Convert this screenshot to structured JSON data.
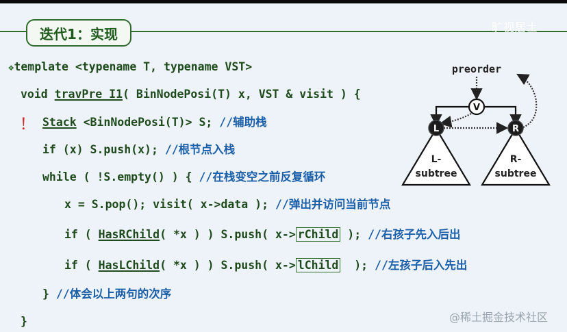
{
  "header": {
    "title": "迭代1：实现",
    "watermark": "旷视居士"
  },
  "code": {
    "line1": {
      "bullet": "❖",
      "text": "template <typename T, typename VST>"
    },
    "line2": {
      "pre": "void ",
      "fn": "travPre_I1",
      "post": "( BinNodePosi(T) x, VST & visit ) {"
    },
    "line3": {
      "marker": "!",
      "type": "Stack",
      "post": " <BinNodePosi(T)> S; ",
      "comment": "//辅助栈"
    },
    "line4": {
      "text": "if (x) S.push(x); ",
      "comment": "//根节点入栈"
    },
    "line5": {
      "text": "while ( !S.empty() ) { ",
      "comment": "//在栈变空之前反复循环"
    },
    "line6": {
      "text": "x = S.pop(); visit( x->data ); ",
      "comment": "//弹出并访问当前节点"
    },
    "line7": {
      "pre": "if ( ",
      "fn": "HasRChild",
      "mid": "( *x ) ) S.push( x->",
      "boxed": "rChild",
      "post": " ); ",
      "comment": "//右孩子先入后出"
    },
    "line8": {
      "pre": "if ( ",
      "fn": "HasLChild",
      "mid": "( *x ) ) S.push( x->",
      "boxed": "lChild",
      "post": "  ); ",
      "comment": "//左孩子后入先出"
    },
    "line9": {
      "text": "} ",
      "comment": "//体会以上两句的次序"
    },
    "line10": {
      "text": "}"
    }
  },
  "diagram": {
    "label": "preorder",
    "nodes": {
      "root": "V",
      "left": "L",
      "right": "R"
    },
    "left_subtree": [
      "L-",
      "subtree"
    ],
    "right_subtree": [
      "R-",
      "subtree"
    ]
  },
  "footer": {
    "watermark": "@稀土掘金技术社区"
  },
  "colors": {
    "background": "#eef3f9",
    "code_green": "#1e4a1c",
    "comment_blue": "#1b5fa8",
    "accent_green": "#2f6b2a",
    "marker_red": "#d12a2a"
  }
}
